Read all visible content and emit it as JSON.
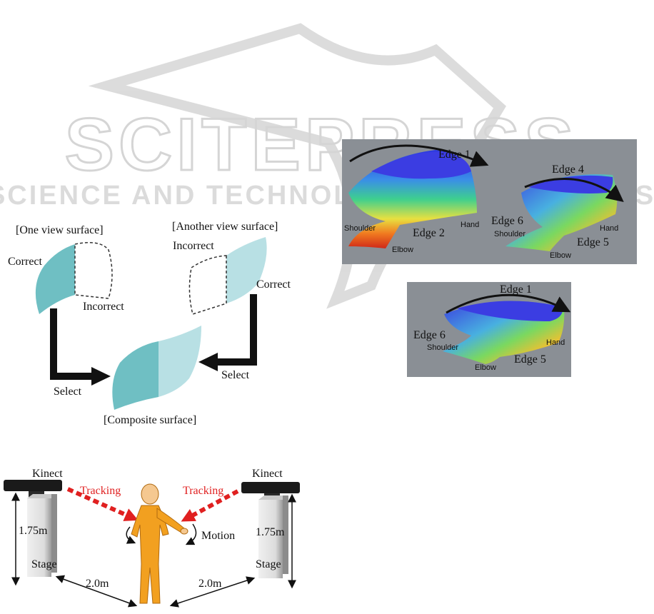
{
  "watermark": {
    "title": "SCITEPRESS",
    "subtitle": "SCIENCE AND TECHNOLOGY PUBLICATIONS"
  },
  "composite_diagram": {
    "one_view_title": "[One view surface]",
    "another_view_title": "[Another view surface]",
    "correct_left": "Correct",
    "incorrect_left": "Incorrect",
    "incorrect_right": "Incorrect",
    "correct_right": "Correct",
    "select_left": "Select",
    "select_right": "Select",
    "composite_title": "[Composite surface]",
    "colors": {
      "correct": "#6fbfc3",
      "correct_light": "#b8e0e4"
    }
  },
  "setup_diagram": {
    "kinect_left": "Kinect",
    "kinect_right": "Kinect",
    "tracking_left": "Tracking",
    "tracking_right": "Tracking",
    "height_left": "1.75m",
    "height_right": "1.75m",
    "stage_left": "Stage",
    "stage_right": "Stage",
    "distance_left": "2.0m",
    "distance_right": "2.0m",
    "motion": "Motion",
    "colors": {
      "tracking": "#e02020",
      "person": "#f2a020"
    }
  },
  "heatmap_top": {
    "left_surface": {
      "edge1": "Edge 1",
      "edge2": "Edge 2",
      "shoulder": "Shoulder",
      "elbow": "Elbow",
      "hand": "Hand"
    },
    "right_surface": {
      "edge4": "Edge 4",
      "edge6": "Edge 6",
      "edge5": "Edge 5",
      "shoulder": "Shoulder",
      "elbow": "Elbow",
      "hand": "Hand"
    }
  },
  "heatmap_bottom": {
    "edge1": "Edge 1",
    "edge6": "Edge 6",
    "edge5": "Edge 5",
    "shoulder": "Shoulder",
    "elbow": "Elbow",
    "hand": "Hand"
  }
}
